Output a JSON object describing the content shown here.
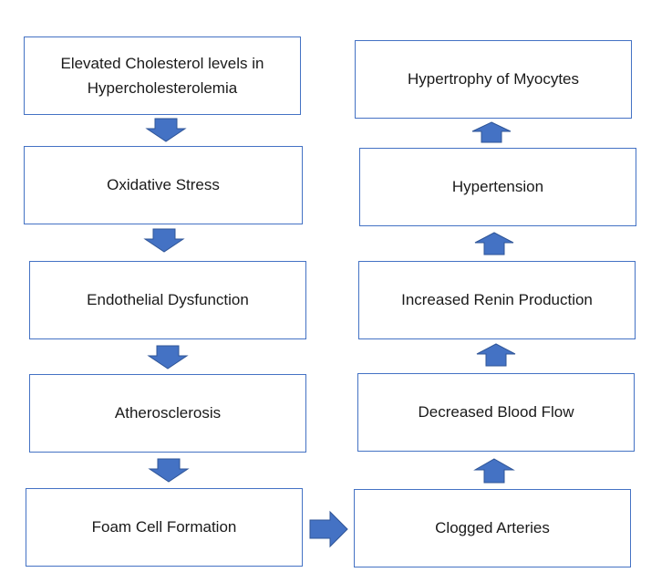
{
  "left_column": [
    {
      "id": "elevated-cholesterol",
      "lines": [
        "Elevated Cholesterol levels in",
        "Hypercholesterolemia"
      ]
    },
    {
      "id": "oxidative-stress",
      "lines": [
        "Oxidative Stress"
      ]
    },
    {
      "id": "endothelial-dysfunction",
      "lines": [
        "Endothelial Dysfunction"
      ]
    },
    {
      "id": "atherosclerosis",
      "lines": [
        "Atherosclerosis"
      ]
    },
    {
      "id": "foam-cell-formation",
      "lines": [
        "Foam Cell Formation"
      ]
    }
  ],
  "right_column": [
    {
      "id": "hypertrophy-of-myocytes",
      "lines": [
        "Hypertrophy of Myocytes"
      ]
    },
    {
      "id": "hypertension",
      "lines": [
        "Hypertension"
      ]
    },
    {
      "id": "increased-renin-production",
      "lines": [
        "Increased Renin Production"
      ]
    },
    {
      "id": "decreased-blood-flow",
      "lines": [
        "Decreased Blood Flow"
      ]
    },
    {
      "id": "clogged-arteries",
      "lines": [
        "Clogged Arteries"
      ]
    }
  ],
  "arrows": [
    {
      "from": "elevated-cholesterol",
      "to": "oxidative-stress",
      "direction": "down"
    },
    {
      "from": "oxidative-stress",
      "to": "endothelial-dysfunction",
      "direction": "down"
    },
    {
      "from": "endothelial-dysfunction",
      "to": "atherosclerosis",
      "direction": "down"
    },
    {
      "from": "atherosclerosis",
      "to": "foam-cell-formation",
      "direction": "down"
    },
    {
      "from": "foam-cell-formation",
      "to": "clogged-arteries",
      "direction": "right"
    },
    {
      "from": "clogged-arteries",
      "to": "decreased-blood-flow",
      "direction": "up"
    },
    {
      "from": "decreased-blood-flow",
      "to": "increased-renin-production",
      "direction": "up"
    },
    {
      "from": "increased-renin-production",
      "to": "hypertension",
      "direction": "up"
    },
    {
      "from": "hypertension",
      "to": "hypertrophy-of-myocytes",
      "direction": "up"
    }
  ],
  "colors": {
    "box_border": "#4472c4",
    "arrow_fill": "#4472c4"
  }
}
